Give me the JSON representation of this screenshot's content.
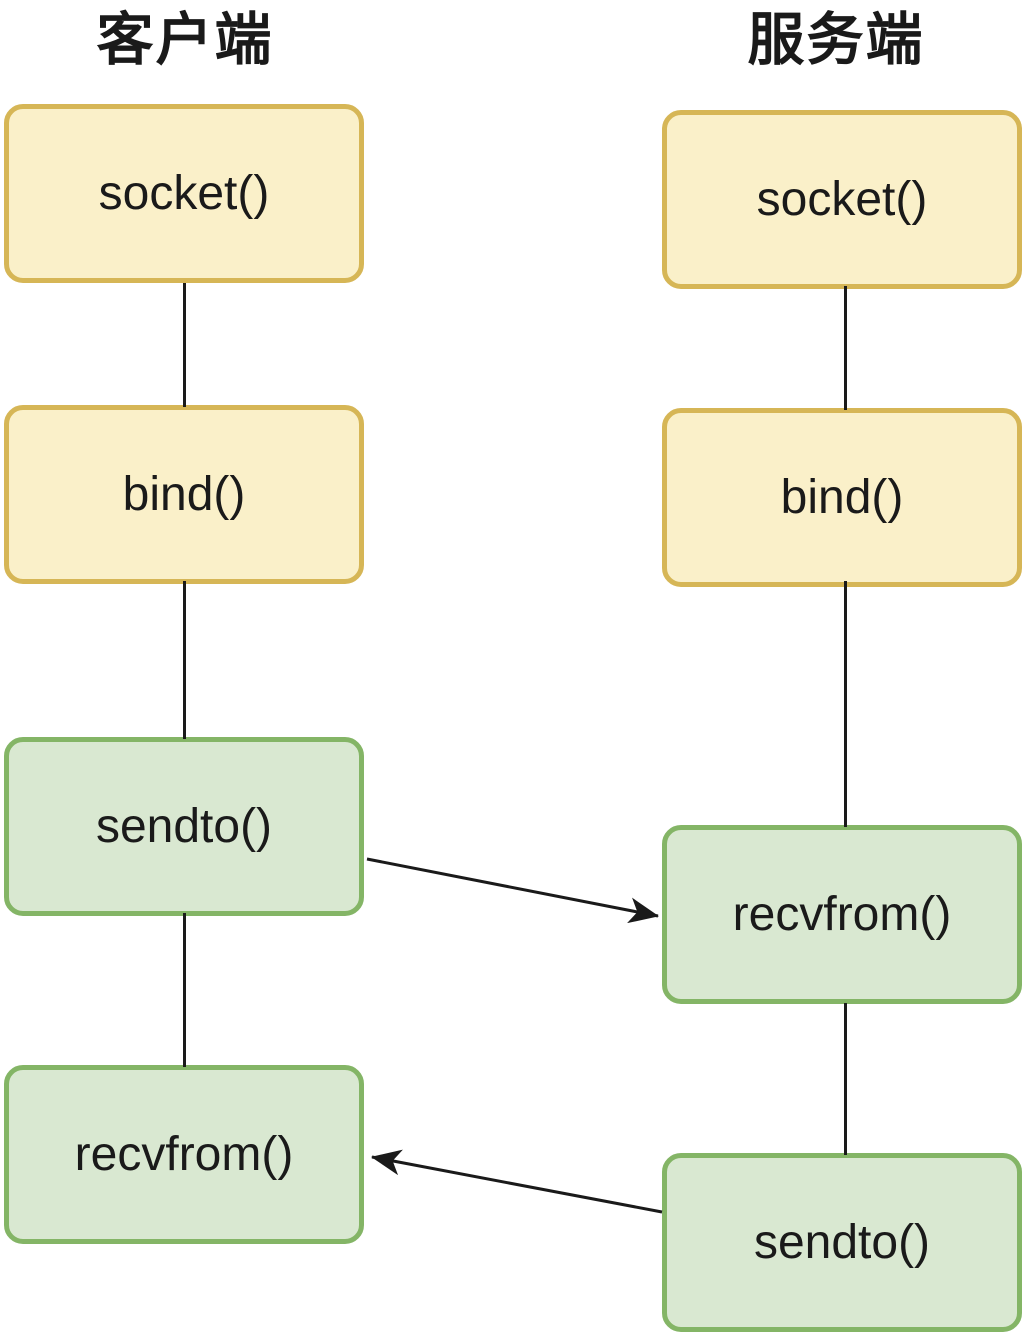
{
  "client": {
    "header": "客户端",
    "nodes": {
      "socket": "socket()",
      "bind": "bind()",
      "sendto": "sendto()",
      "recvfrom": "recvfrom()"
    }
  },
  "server": {
    "header": "服务端",
    "nodes": {
      "socket": "socket()",
      "bind": "bind()",
      "recvfrom": "recvfrom()",
      "sendto": "sendto()"
    }
  },
  "flows": {
    "client_column_order": [
      "socket()",
      "bind()",
      "sendto()",
      "recvfrom()"
    ],
    "server_column_order": [
      "socket()",
      "bind()",
      "recvfrom()",
      "sendto()"
    ],
    "arrows": [
      {
        "from": "client.sendto",
        "to": "server.recvfrom"
      },
      {
        "from": "server.sendto",
        "to": "client.recvfrom"
      }
    ]
  },
  "colors": {
    "background": "#ffffff",
    "yellow_fill": "#faf0c9",
    "yellow_border": "#d6b656",
    "green_fill": "#d9e8d1",
    "green_border": "#84b566",
    "line": "#1a1a1a",
    "text": "#1a1a1a"
  }
}
